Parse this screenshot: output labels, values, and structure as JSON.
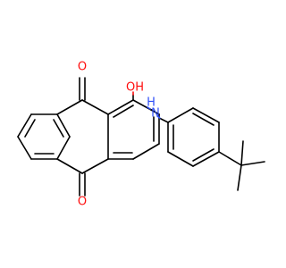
{
  "molecule": {
    "atom_labels": [
      {
        "id": "o-top",
        "text": "O",
        "color": "#ff0d0d"
      },
      {
        "id": "o-bottom",
        "text": "O",
        "color": "#ff0d0d"
      },
      {
        "id": "oh",
        "text": "OH",
        "color": "#ff0d0d"
      },
      {
        "id": "h-amine",
        "text": "H",
        "color": "#3050f8"
      },
      {
        "id": "n-amine",
        "text": "N",
        "color": "#3050f8"
      }
    ]
  },
  "colors": {
    "bond": "#000000",
    "oxygen": "#ff0d0d",
    "nitrogen": "#3050f8"
  }
}
